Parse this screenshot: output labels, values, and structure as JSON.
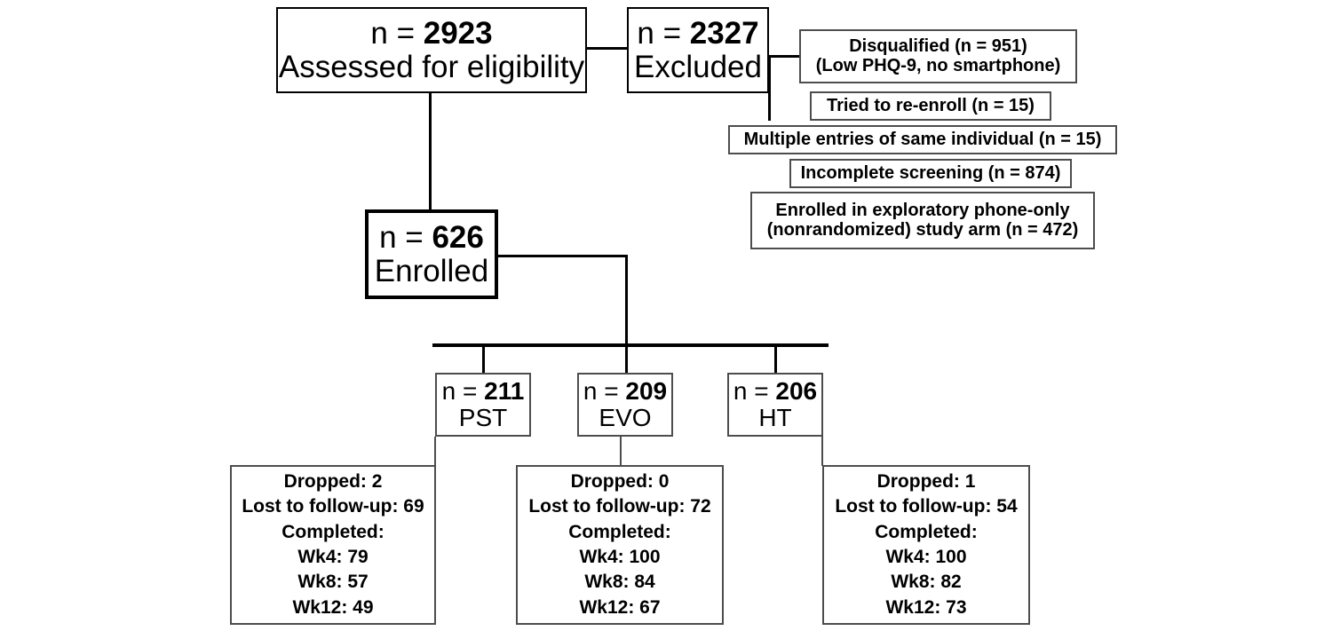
{
  "diagram": {
    "title": "CONSORT participant flow diagram",
    "type": "flowchart",
    "background_color": "#ffffff",
    "line_color": "#000000"
  },
  "nodes": {
    "assessed": {
      "label_prefix": "n = ",
      "count": "2923",
      "description": "Assessed for eligibility"
    },
    "excluded": {
      "label_prefix": "n = ",
      "count": "2327",
      "description": "Excluded"
    },
    "enrolled": {
      "label_prefix": "n = ",
      "count": "626",
      "description": "Enrolled"
    }
  },
  "exclusion_reasons": [
    {
      "id": "disqualified",
      "line1": "Disqualified (n = 951)",
      "line2": "(Low PHQ-9, no smartphone)",
      "count": "951"
    },
    {
      "id": "re-enroll",
      "line1": "Tried to re-enroll (n = 15)",
      "line2": "",
      "count": "15"
    },
    {
      "id": "multiple-entries",
      "line1": "Multiple entries of same individual (n = 15)",
      "line2": "",
      "count": "15"
    },
    {
      "id": "incomplete-screening",
      "line1": "Incomplete screening (n = 874)",
      "line2": "",
      "count": "874"
    },
    {
      "id": "phone-only-arm",
      "line1": "Enrolled in exploratory phone-only",
      "line2": "(nonrandomized) study arm (n = 472)",
      "count": "472"
    }
  ],
  "arms": [
    {
      "id": "pst",
      "label_prefix": "n = ",
      "count": "211",
      "name": "PST",
      "outcomes": {
        "dropped": "Dropped: 2",
        "lost": "Lost to follow-up: 69",
        "completed_header": "Completed:",
        "wk4": "Wk4: 79",
        "wk8": "Wk8: 57",
        "wk12": "Wk12: 49"
      }
    },
    {
      "id": "evo",
      "label_prefix": "n = ",
      "count": "209",
      "name": "EVO",
      "outcomes": {
        "dropped": "Dropped: 0",
        "lost": "Lost to follow-up: 72",
        "completed_header": "Completed:",
        "wk4": "Wk4: 100",
        "wk8": "Wk8: 84",
        "wk12": "Wk12: 67"
      }
    },
    {
      "id": "ht",
      "label_prefix": "n = ",
      "count": "206",
      "name": "HT",
      "outcomes": {
        "dropped": "Dropped: 1",
        "lost": "Lost to follow-up: 54",
        "completed_header": "Completed:",
        "wk4": "Wk4: 100",
        "wk8": "Wk8: 82",
        "wk12": "Wk12: 73"
      }
    }
  ]
}
